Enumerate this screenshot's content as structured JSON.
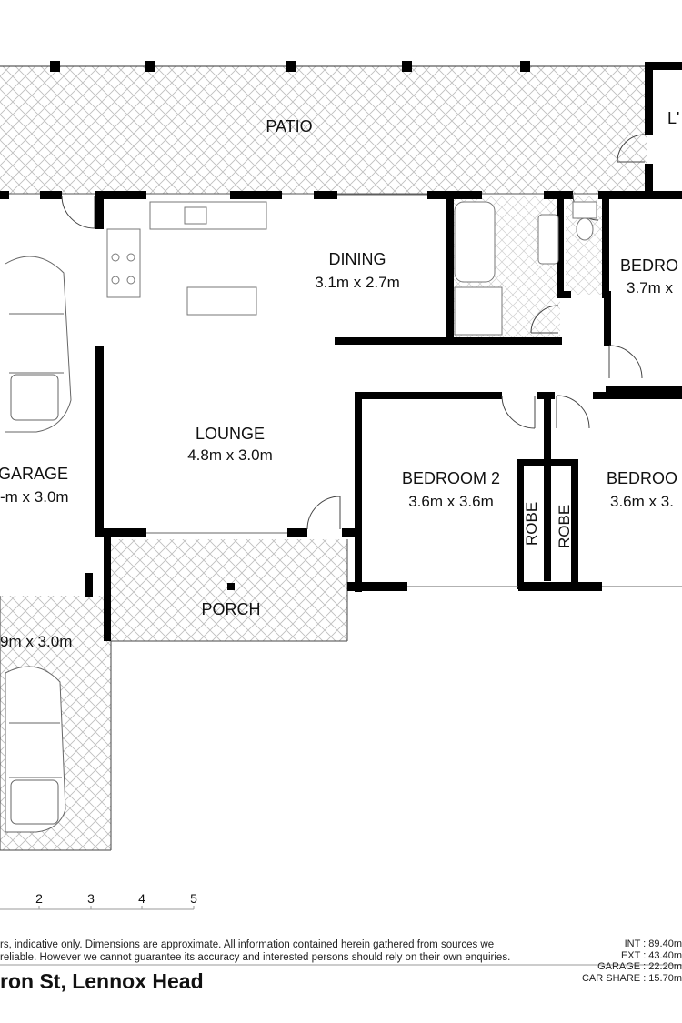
{
  "rooms": {
    "patio": "PATIO",
    "laundry": "L'",
    "dining": {
      "name": "DINING",
      "dims": "3.1m x 2.7m"
    },
    "bedroom1": {
      "name": "BEDRO",
      "dims": "3.7m x"
    },
    "garage": {
      "name": "GARAGE",
      "dims": "-m x 3.0m"
    },
    "lounge": {
      "name": "LOUNGE",
      "dims": "4.8m x 3.0m"
    },
    "bedroom2": {
      "name": "BEDROOM 2",
      "dims": "3.6m x 3.6m"
    },
    "bedroom3": {
      "name": "BEDROO",
      "dims": "3.6m x 3."
    },
    "robe_a": "ROBE",
    "robe_b": "ROBE",
    "porch": "PORCH",
    "carshare": {
      "dims": "9m x 3.0m"
    }
  },
  "scale": {
    "ticks": [
      "2",
      "3",
      "4",
      "5"
    ]
  },
  "disclaimer": {
    "line1": "rs, indicative only. Dimensions are approximate. All information contained herein gathered from sources we",
    "line2": "reliable. However we cannot guarantee its accuracy and interested persons should rely on their own enquiries."
  },
  "areas": {
    "int": "INT : 89.40m",
    "ext": "EXT : 43.40m",
    "garage": "GARAGE : 22.20m",
    "carshare": "CAR SHARE : 15.70m"
  },
  "address": "ron St, Lennox Head"
}
